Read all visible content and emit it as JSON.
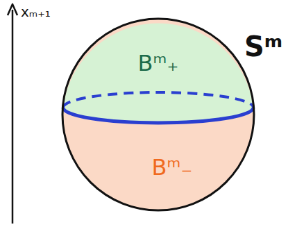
{
  "diagram": {
    "nodes": [
      {
        "text": [
          "Sᵐ"
        ]
      },
      {
        "text": [
          "Bᵐ₊"
        ],
        "in": 0
      },
      {
        "text": [
          "Bᵐ₋"
        ],
        "in": 0
      }
    ],
    "labels": [
      "xₘ₊₁"
    ]
  }
}
